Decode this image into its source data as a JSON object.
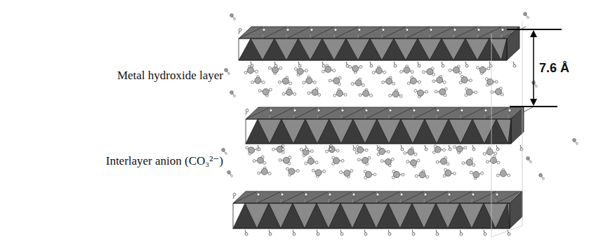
{
  "diagram": {
    "labels": [
      "Metal hydroxide layer",
      "Interlayer anion (CO₃²⁻)",
      "7.6 Å"
    ]
  }
}
